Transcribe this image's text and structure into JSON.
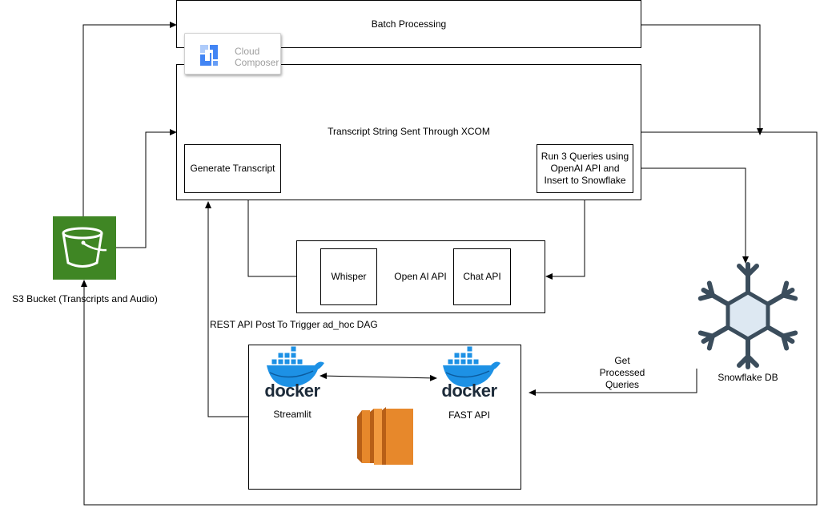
{
  "diagram": {
    "batch_processing": "Batch Processing",
    "cloud_composer": {
      "line1": "Cloud",
      "line2": "Composer"
    },
    "xcom_label": "Transcript String Sent Through XCOM",
    "generate_transcript": "Generate Transcript",
    "run_queries": {
      "line1": "Run 3 Queries using",
      "line2": "OpenAI API and",
      "line3": "Insert to Snowflake"
    },
    "openai_group": "Open AI API",
    "whisper": "Whisper",
    "chat_api": "Chat API",
    "s3_bucket": "S3 Bucket (Transcripts and Audio)",
    "snowflake_db": "Snowflake DB",
    "rest_api_label": "REST API Post To Trigger ad_hoc DAG",
    "get_processed": {
      "line1": "Get",
      "line2": "Processed",
      "line3": "Queries"
    },
    "streamlit": "Streamlit",
    "fast_api": "FAST API",
    "docker_word": "docker",
    "colors": {
      "s3_green": "#3f8624",
      "snowflake": "#3b4d5c",
      "snowflake_fill": "#dde8f2",
      "aws_orange": "#e7882b",
      "docker_blue": "#1d91e5",
      "gcp_blue": "#4285f4"
    }
  }
}
